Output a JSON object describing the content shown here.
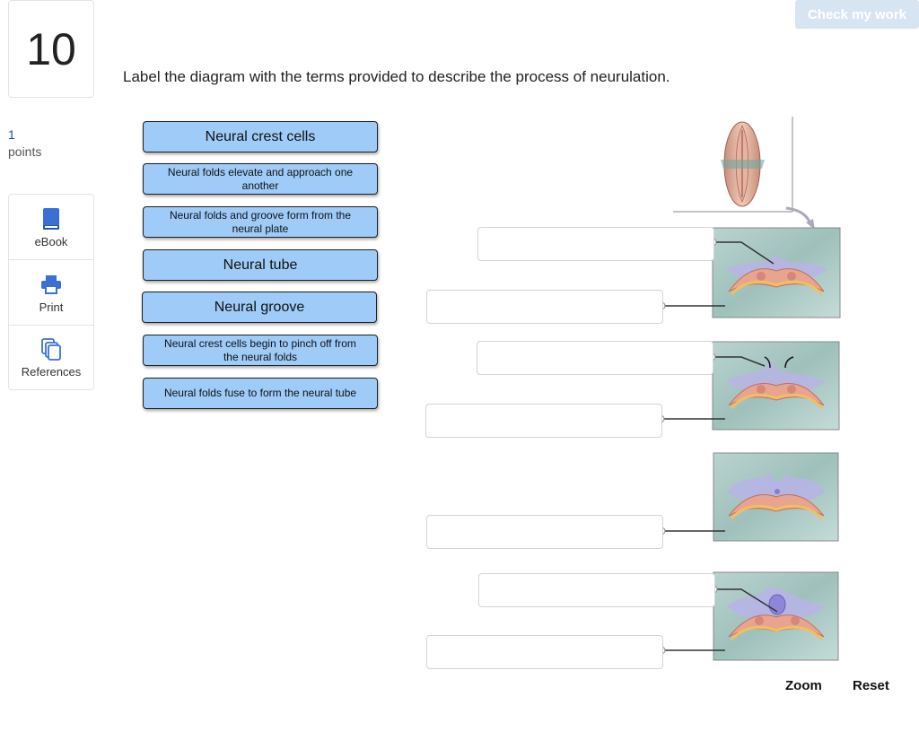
{
  "question": {
    "number": "10",
    "points_value": "1",
    "points_label": "points"
  },
  "sidebar": {
    "items": [
      {
        "label": "eBook",
        "icon": "book-icon"
      },
      {
        "label": "Print",
        "icon": "printer-icon"
      },
      {
        "label": "References",
        "icon": "copy-icon"
      }
    ]
  },
  "header": {
    "check_label": "Check my work"
  },
  "instruction": "Label the diagram with the terms provided to describe the process of neurulation.",
  "terms": [
    "Neural crest cells",
    "Neural folds elevate and approach one another",
    "Neural folds and groove form from the neural plate",
    "Neural tube",
    "Neural groove",
    "Neural crest cells begin to pinch off from the neural folds",
    "Neural folds fuse to form the neural tube"
  ],
  "footer": {
    "zoom_label": "Zoom",
    "reset_label": "Reset"
  },
  "colors": {
    "term_fill": "#9ecbf7",
    "check_bg": "#d7e4f2",
    "panel_bg": "#a8c8c3"
  }
}
